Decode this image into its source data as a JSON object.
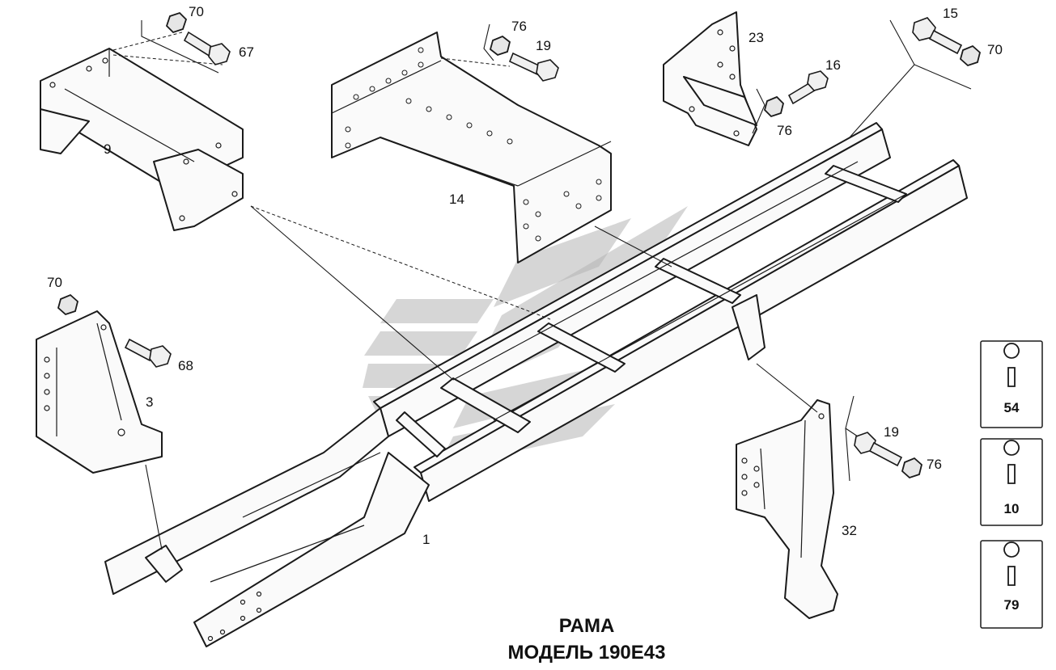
{
  "title": {
    "line1": "РАМА",
    "line2": "МОДЕЛЬ 190E43"
  },
  "callouts": {
    "p70_top": "70",
    "p67": "67",
    "p9": "9",
    "p76_mid": "76",
    "p19_mid": "19",
    "p14": "14",
    "p23": "23",
    "p16": "16",
    "p76_right": "76",
    "p15": "15",
    "p70_right": "70",
    "p70_left": "70",
    "p68": "68",
    "p3": "3",
    "p1": "1",
    "p19_lower": "19",
    "p76_lower": "76",
    "p32": "32"
  },
  "keyhole_boxes": [
    "54",
    "10",
    "79"
  ],
  "icons": {
    "keyhole": "keyhole-icon",
    "watermark": "logo-watermark-icon",
    "nut": "hex-nut-icon",
    "bolt": "hex-bolt-icon"
  },
  "colors": {
    "line": "#1a1a1a",
    "watermark": "#b5b5b5",
    "background": "#ffffff"
  }
}
